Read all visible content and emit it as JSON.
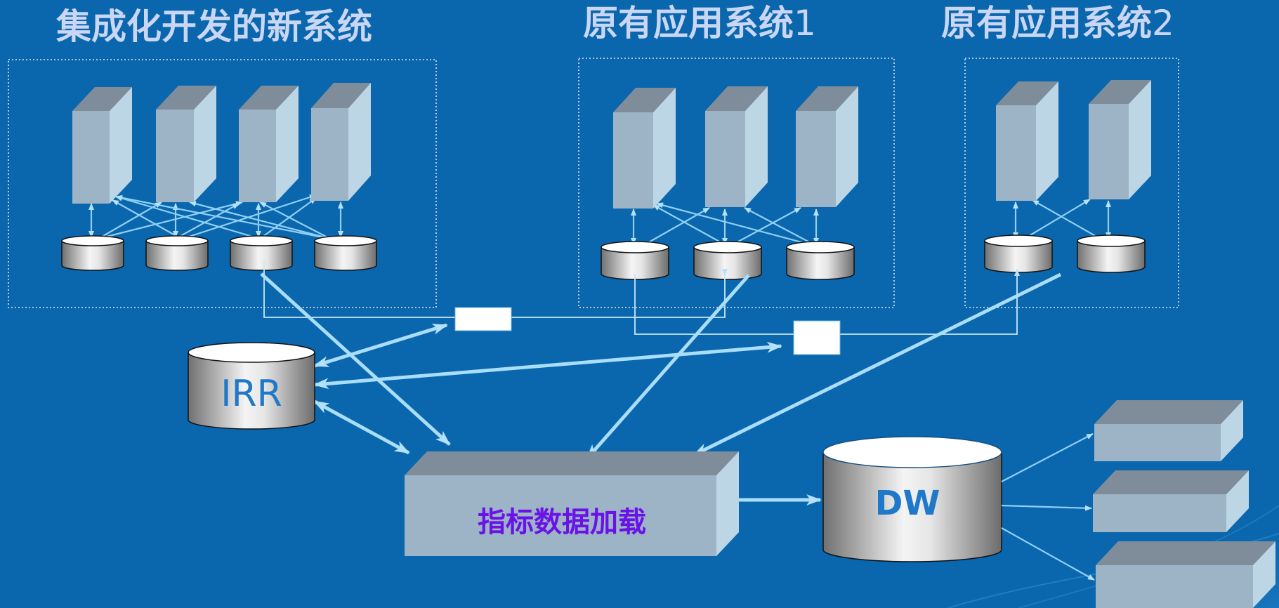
{
  "titles": {
    "new_system": "集成化开发的新系统",
    "legacy_1_text": "原有应用系统",
    "legacy_1_num": "1",
    "legacy_2_text": "原有应用系统",
    "legacy_2_num": "2"
  },
  "labels": {
    "irr": "IRR",
    "loader": "指标数据加载",
    "warehouse": "DW"
  },
  "colors": {
    "background": "#0a66ad",
    "title_text": "#c9d6f4",
    "box_front": "#9cb4c6",
    "arrow": "#a9ddf8",
    "loader_text": "#6a12e8",
    "db_label": "#1f78c8"
  }
}
